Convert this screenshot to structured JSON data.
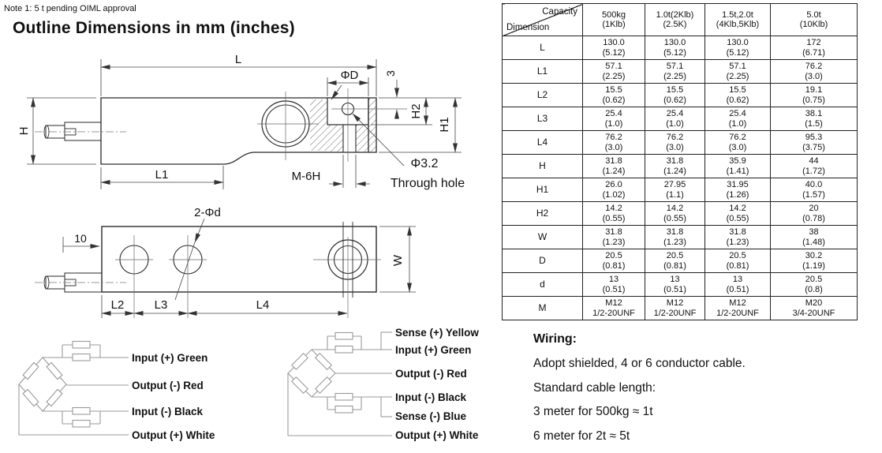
{
  "note": "Note 1: 5 t pending OIML approval",
  "title": "Outline Dimensions in mm (inches)",
  "drawing": {
    "labels": {
      "L": "L",
      "L1": "L1",
      "H": "H",
      "phiD": "ΦD",
      "three": "3",
      "H2": "H2",
      "H1": "H1",
      "m6h": "M-6H",
      "phi32": "Φ3.2",
      "through_hole": "Through hole",
      "two_phid": "2-Φd",
      "ten": "10",
      "L2": "L2",
      "L3": "L3",
      "L4": "L4",
      "W": "W"
    }
  },
  "table": {
    "corner": {
      "capacity": "Capacity",
      "dimension": "Dimension"
    },
    "columns": [
      {
        "l1": "500kg",
        "l2": "(1Klb)"
      },
      {
        "l1": "1.0t(2Klb)",
        "l2": "(2.5K)"
      },
      {
        "l1": "1.5t,2.0t",
        "l2": "(4Klb,5Klb)"
      },
      {
        "l1": "5.0t",
        "l2": "(10Klb)"
      }
    ],
    "rows": [
      {
        "dim": "L",
        "cells": [
          [
            "130.0",
            "(5.12)"
          ],
          [
            "130.0",
            "(5.12)"
          ],
          [
            "130.0",
            "(5.12)"
          ],
          [
            "172",
            "(6.71)"
          ]
        ]
      },
      {
        "dim": "L1",
        "cells": [
          [
            "57.1",
            "(2.25)"
          ],
          [
            "57.1",
            "(2.25)"
          ],
          [
            "57.1",
            "(2.25)"
          ],
          [
            "76.2",
            "(3.0)"
          ]
        ]
      },
      {
        "dim": "L2",
        "cells": [
          [
            "15.5",
            "(0.62)"
          ],
          [
            "15.5",
            "(0.62)"
          ],
          [
            "15.5",
            "(0.62)"
          ],
          [
            "19.1",
            "(0.75)"
          ]
        ]
      },
      {
        "dim": "L3",
        "cells": [
          [
            "25.4",
            "(1.0)"
          ],
          [
            "25.4",
            "(1.0)"
          ],
          [
            "25.4",
            "(1.0)"
          ],
          [
            "38.1",
            "(1.5)"
          ]
        ]
      },
      {
        "dim": "L4",
        "cells": [
          [
            "76.2",
            "(3.0)"
          ],
          [
            "76.2",
            "(3.0)"
          ],
          [
            "76.2",
            "(3.0)"
          ],
          [
            "95.3",
            "(3.75)"
          ]
        ]
      },
      {
        "dim": "H",
        "cells": [
          [
            "31.8",
            "(1.24)"
          ],
          [
            "31.8",
            "(1.24)"
          ],
          [
            "35.9",
            "(1.41)"
          ],
          [
            "44",
            "(1.72)"
          ]
        ]
      },
      {
        "dim": "H1",
        "cells": [
          [
            "26.0",
            "(1.02)"
          ],
          [
            "27.95",
            "(1.1)"
          ],
          [
            "31.95",
            "(1.26)"
          ],
          [
            "40.0",
            "(1.57)"
          ]
        ]
      },
      {
        "dim": "H2",
        "cells": [
          [
            "14.2",
            "(0.55)"
          ],
          [
            "14.2",
            "(0.55)"
          ],
          [
            "14.2",
            "(0.55)"
          ],
          [
            "20",
            "(0.78)"
          ]
        ]
      },
      {
        "dim": "W",
        "cells": [
          [
            "31.8",
            "(1.23)"
          ],
          [
            "31.8",
            "(1.23)"
          ],
          [
            "31.8",
            "(1.23)"
          ],
          [
            "38",
            "(1.48)"
          ]
        ]
      },
      {
        "dim": "D",
        "cells": [
          [
            "20.5",
            "(0.81)"
          ],
          [
            "20.5",
            "(0.81)"
          ],
          [
            "20.5",
            "(0.81)"
          ],
          [
            "30.2",
            "(1.19)"
          ]
        ]
      },
      {
        "dim": "d",
        "cells": [
          [
            "13",
            "(0.51)"
          ],
          [
            "13",
            "(0.51)"
          ],
          [
            "13",
            "(0.51)"
          ],
          [
            "20.5",
            "(0.8)"
          ]
        ]
      },
      {
        "dim": "M",
        "cells": [
          [
            "M12",
            "1/2-20UNF"
          ],
          [
            "M12",
            "1/2-20UNF"
          ],
          [
            "M12",
            "1/2-20UNF"
          ],
          [
            "M20",
            "3/4-20UNF"
          ]
        ]
      }
    ]
  },
  "wiring_4": {
    "labels": [
      "Input (+) Green",
      "Output (-) Red",
      "Input (-) Black",
      "Output (+) White"
    ]
  },
  "wiring_6": {
    "labels": [
      "Sense (+) Yellow",
      "Input (+) Green",
      "Output (-) Red",
      "Input (-) Black",
      "Sense (-) Blue",
      "Output (+) White"
    ]
  },
  "wiring_text": {
    "heading": "Wiring:",
    "line1": "Adopt shielded, 4 or 6 conductor cable.",
    "line2": "Standard cable length:",
    "line3": "3 meter for 500kg ≈ 1t",
    "line4": "6 meter for 2t ≈ 5t"
  }
}
